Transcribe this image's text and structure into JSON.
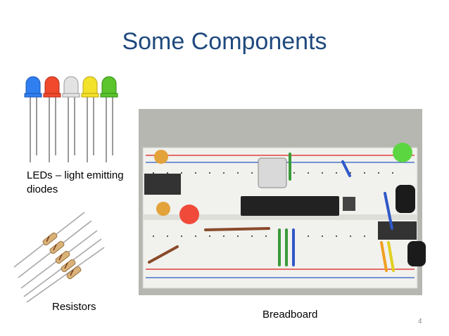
{
  "slide": {
    "title": "Some Components",
    "number": "4"
  },
  "captions": {
    "leds": "LEDs – light emitting diodes",
    "resistors": "Resistors",
    "breadboard": "Breadboard"
  },
  "colors": {
    "title": "#1f497d",
    "led_blue": "#2f7ff0",
    "led_red": "#f0492c",
    "led_white": "#e3e3e3",
    "led_yellow": "#f3e22a",
    "led_green": "#5cc42c",
    "breadboard": "#f1f1ee",
    "rail_red": "#e0403a",
    "rail_blue": "#4a74c8"
  }
}
